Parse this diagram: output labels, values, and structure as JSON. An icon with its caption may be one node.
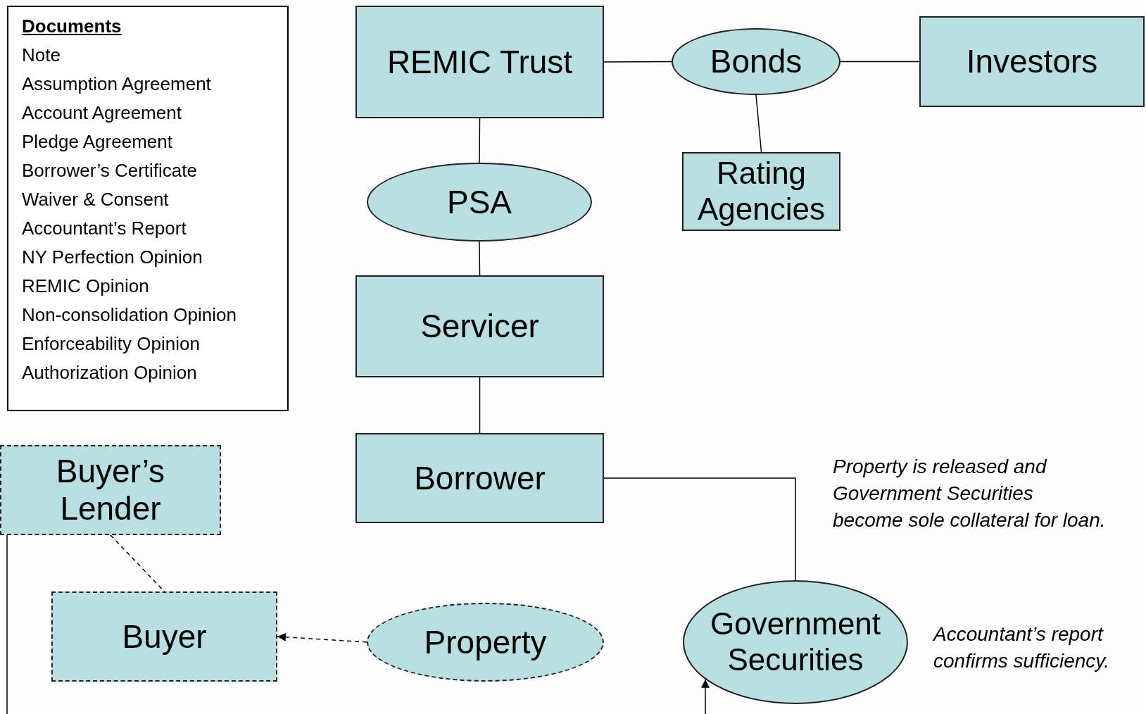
{
  "diagram": {
    "nodes": [
      {
        "text": [
          "Documents",
          "Note",
          "Assumption Agreement",
          "Account Agreement",
          "Pledge Agreement",
          "Borrower’s Certificate",
          "Waiver & Consent",
          "Accountant’s Report",
          "NY Perfection Opinion",
          "REMIC Opinion",
          "Non-consolidation Opinion",
          "Enforceability Opinion",
          "Authorization Opinion"
        ]
      },
      {
        "text": [
          "REMIC Trust"
        ]
      },
      {
        "text": [
          "Bonds"
        ]
      },
      {
        "text": [
          "Investors"
        ]
      },
      {
        "text": [
          "PSA"
        ]
      },
      {
        "text": [
          "Rating Agencies"
        ]
      },
      {
        "text": [
          "Servicer"
        ]
      },
      {
        "text": [
          "Borrower"
        ]
      },
      {
        "text": [
          "Buyer’s Lender"
        ]
      },
      {
        "text": [
          "Buyer"
        ]
      },
      {
        "text": [
          "Property"
        ]
      },
      {
        "text": [
          "Government Securities"
        ]
      }
    ],
    "edges": [
      {
        "from": 1,
        "to": 2,
        "arrow": "none"
      },
      {
        "from": 2,
        "to": 3,
        "arrow": "none"
      },
      {
        "from": 2,
        "to": 5,
        "arrow": "none"
      },
      {
        "from": 1,
        "to": 4,
        "arrow": "none"
      },
      {
        "from": 4,
        "to": 6,
        "arrow": "none"
      },
      {
        "from": 6,
        "to": 7,
        "arrow": "none"
      },
      {
        "from": 7,
        "to": 11,
        "arrow": "none"
      },
      {
        "from": 8,
        "to": 9,
        "arrow": "none",
        "style": "dashed"
      },
      {
        "from": 10,
        "to": 9,
        "arrow": "to",
        "style": "dashed"
      },
      {
        "from": 8,
        "to": null,
        "arrow": "none"
      },
      {
        "from": null,
        "to": 11,
        "arrow": "to"
      }
    ],
    "labels": [
      "Property is released and Government Securities become sole collateral for loan.",
      "Accountant’s report confirms sufficiency."
    ]
  }
}
